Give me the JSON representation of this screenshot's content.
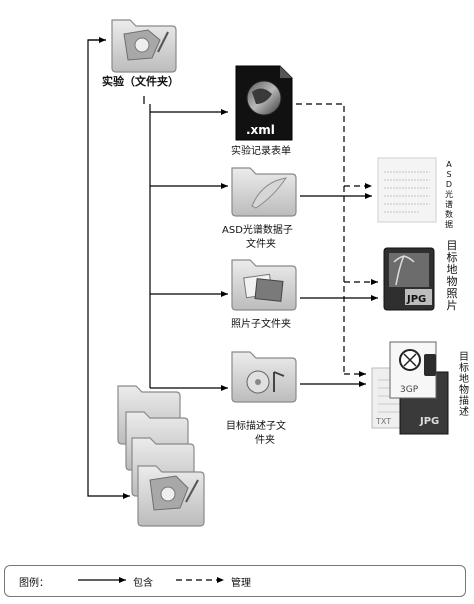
{
  "root": {
    "label": "实验（文件夹）"
  },
  "folders": [
    {
      "id": "record",
      "label": "实验记录表单",
      "file_type": ".xml"
    },
    {
      "id": "asd",
      "label_line1": "ASD光谱数据子",
      "label_line2": "文件夹"
    },
    {
      "id": "photo",
      "label": "照片子文件夹"
    },
    {
      "id": "desc",
      "label_line1": "目标描述子文",
      "label_line2": "件夹"
    }
  ],
  "targets": [
    {
      "id": "asd_data",
      "label": "ASD光谱数据"
    },
    {
      "id": "photo_target",
      "label": "目标地物照片",
      "badge": "JPG"
    },
    {
      "id": "desc_target",
      "label": "目标地物描述",
      "badges": [
        "3GP",
        "TXT",
        "JPG"
      ]
    }
  ],
  "legend": {
    "title": "图例：",
    "contains": "包含",
    "manages": "管理"
  },
  "colors": {
    "line": "#000000",
    "folder": "#c9c9c9",
    "folder_dark": "#9a9a9a"
  }
}
